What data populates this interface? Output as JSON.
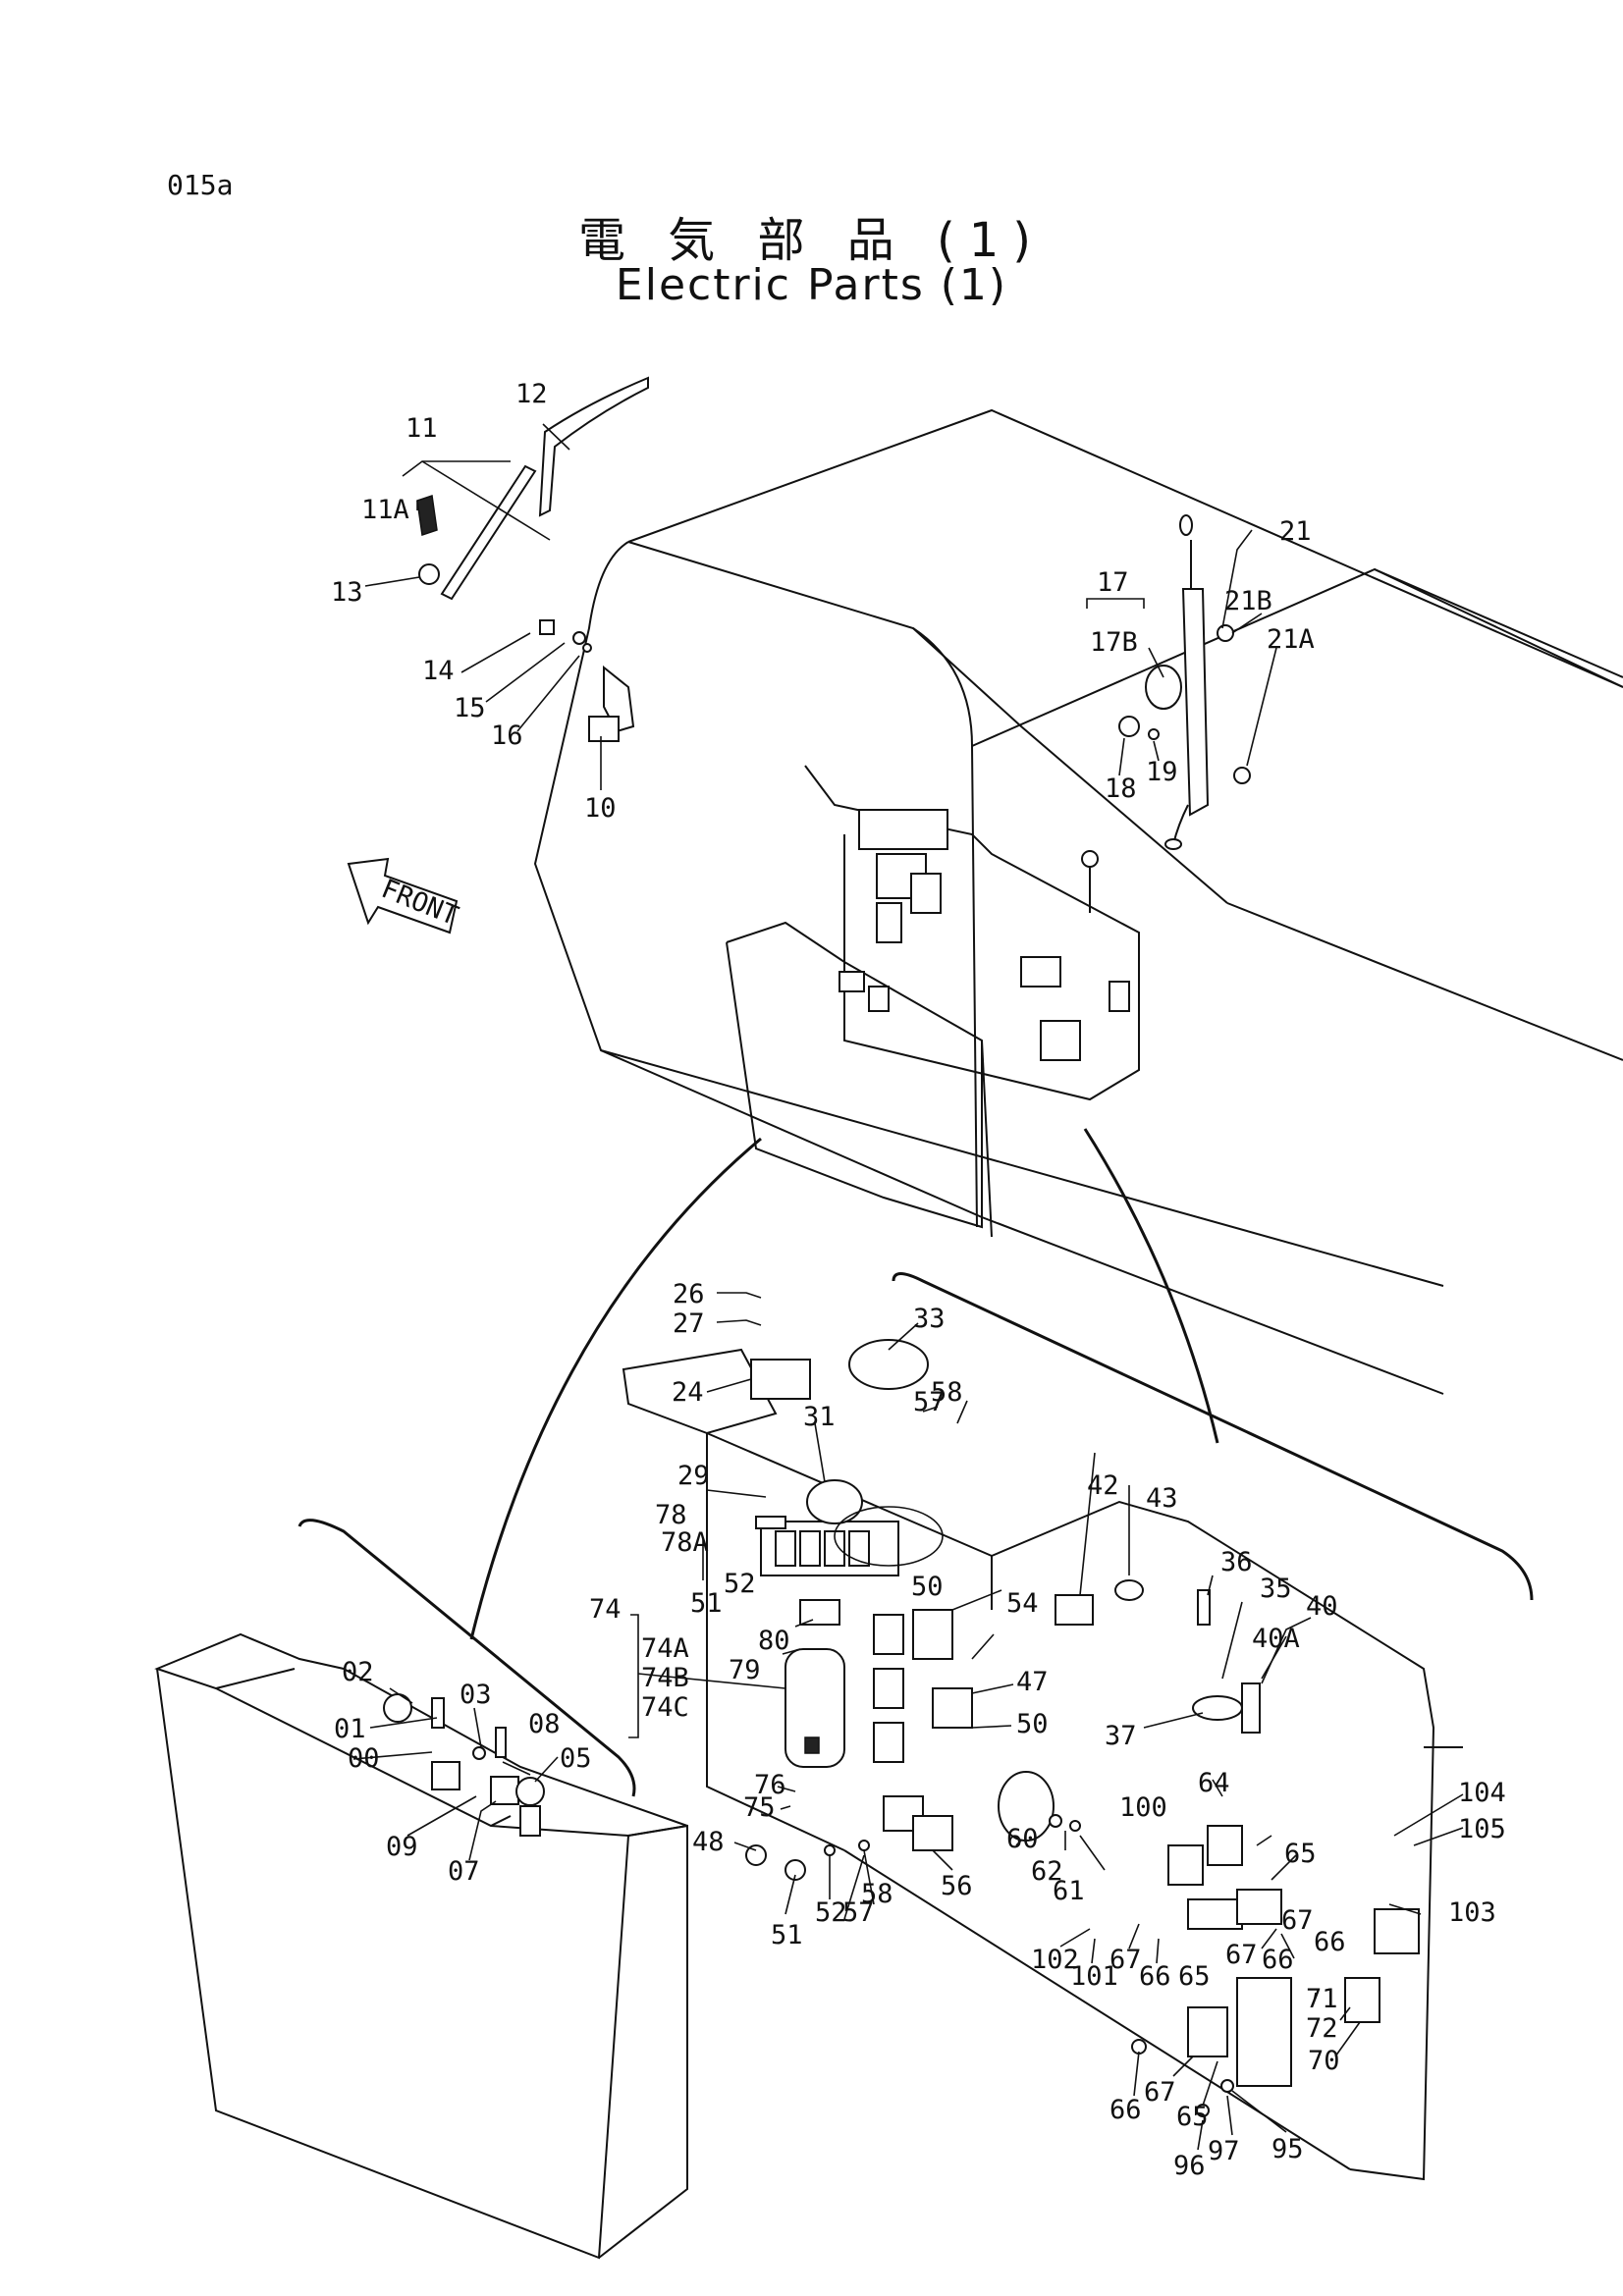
{
  "page_code": "015a",
  "title_jp": "電 気 部 品 (1)",
  "title_en": "Electric Parts (1)",
  "front_label": "FRONT",
  "part_labels": [
    {
      "id": "12"
    },
    {
      "id": "11"
    },
    {
      "id": "11A"
    },
    {
      "id": "13"
    },
    {
      "id": "14"
    },
    {
      "id": "15"
    },
    {
      "id": "16"
    },
    {
      "id": "10"
    },
    {
      "id": "21"
    },
    {
      "id": "21B"
    },
    {
      "id": "21A"
    },
    {
      "id": "17"
    },
    {
      "id": "17B"
    },
    {
      "id": "18"
    },
    {
      "id": "19"
    },
    {
      "id": "26"
    },
    {
      "id": "27"
    },
    {
      "id": "24"
    },
    {
      "id": "33"
    },
    {
      "id": "31"
    },
    {
      "id": "57"
    },
    {
      "id": "58"
    },
    {
      "id": "29"
    },
    {
      "id": "78"
    },
    {
      "id": "78A"
    },
    {
      "id": "51"
    },
    {
      "id": "52"
    },
    {
      "id": "50"
    },
    {
      "id": "54"
    },
    {
      "id": "42"
    },
    {
      "id": "43"
    },
    {
      "id": "36"
    },
    {
      "id": "35"
    },
    {
      "id": "40"
    },
    {
      "id": "40A"
    },
    {
      "id": "74"
    },
    {
      "id": "74A"
    },
    {
      "id": "74B"
    },
    {
      "id": "74C"
    },
    {
      "id": "80"
    },
    {
      "id": "79"
    },
    {
      "id": "47"
    },
    {
      "id": "50"
    },
    {
      "id": "37"
    },
    {
      "id": "02"
    },
    {
      "id": "03"
    },
    {
      "id": "01"
    },
    {
      "id": "08"
    },
    {
      "id": "00"
    },
    {
      "id": "05"
    },
    {
      "id": "09"
    },
    {
      "id": "07"
    },
    {
      "id": "76"
    },
    {
      "id": "75"
    },
    {
      "id": "48"
    },
    {
      "id": "60"
    },
    {
      "id": "64"
    },
    {
      "id": "100"
    },
    {
      "id": "104"
    },
    {
      "id": "105"
    },
    {
      "id": "65"
    },
    {
      "id": "62"
    },
    {
      "id": "61"
    },
    {
      "id": "51"
    },
    {
      "id": "52"
    },
    {
      "id": "57"
    },
    {
      "id": "58"
    },
    {
      "id": "56"
    },
    {
      "id": "103"
    },
    {
      "id": "67"
    },
    {
      "id": "66"
    },
    {
      "id": "102"
    },
    {
      "id": "101"
    },
    {
      "id": "67"
    },
    {
      "id": "66"
    },
    {
      "id": "65"
    },
    {
      "id": "67"
    },
    {
      "id": "66"
    },
    {
      "id": "71"
    },
    {
      "id": "72"
    },
    {
      "id": "70"
    },
    {
      "id": "66"
    },
    {
      "id": "67"
    },
    {
      "id": "65"
    },
    {
      "id": "95"
    },
    {
      "id": "96"
    },
    {
      "id": "97"
    }
  ]
}
